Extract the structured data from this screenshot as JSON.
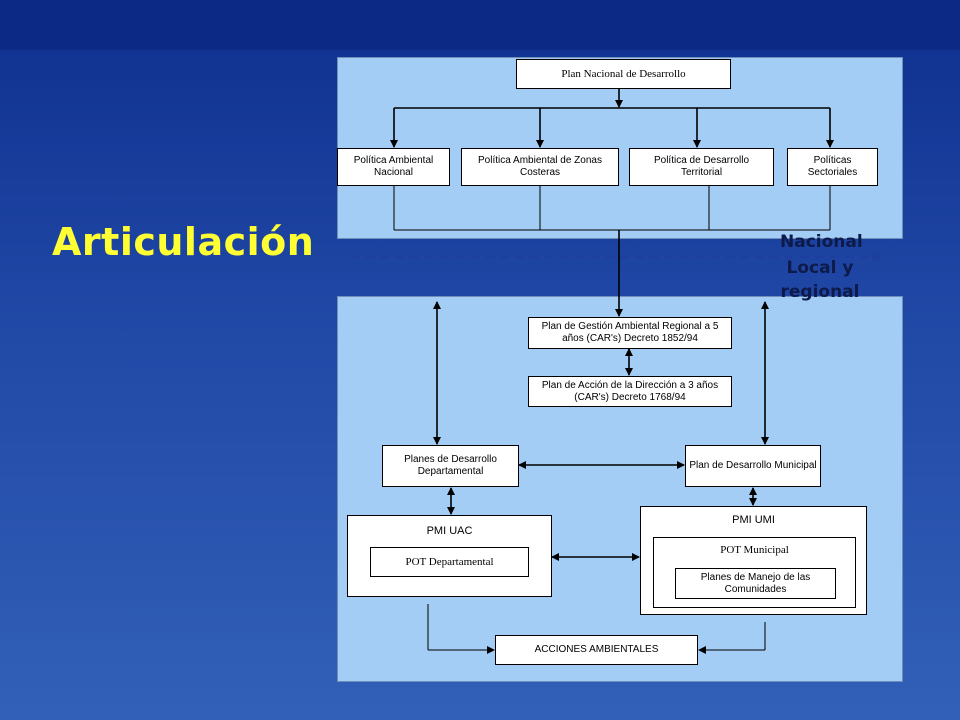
{
  "title": "Articulación",
  "levels": {
    "nacional": "Nacional",
    "local": "Local y regional"
  },
  "colors": {
    "background": "#1f46a4",
    "title": "#ffff33",
    "panel": "#a3cdf5",
    "divider": "#1f3f9f"
  },
  "nodes": {
    "plan_nacional": "Plan Nacional de Desarrollo",
    "politica_ambiental": "Política Ambiental Nacional",
    "politica_costeras": "Política Ambiental de Zonas Costeras",
    "politica_territorial": "Política de Desarrollo Territorial",
    "politicas_sectoriales": "Políticas Sectoriales",
    "plan_gestion": "Plan de Gestión Ambiental Regional a 5 años (CAR's) Decreto 1852/94",
    "plan_accion": "Plan de Acción de la Dirección a 3 años (CAR's) Decreto 1768/94",
    "planes_departamental": "Planes de Desarrollo Departamental",
    "plan_municipal": "Plan de Desarrollo Municipal",
    "pmi_uac": "PMI UAC",
    "pot_departamental": "POT Departamental",
    "pmi_umi": "PMI UMI",
    "pot_municipal": "POT Municipal",
    "planes_manejo": "Planes de Manejo de las Comunidades",
    "acciones": "ACCIONES AMBIENTALES"
  }
}
